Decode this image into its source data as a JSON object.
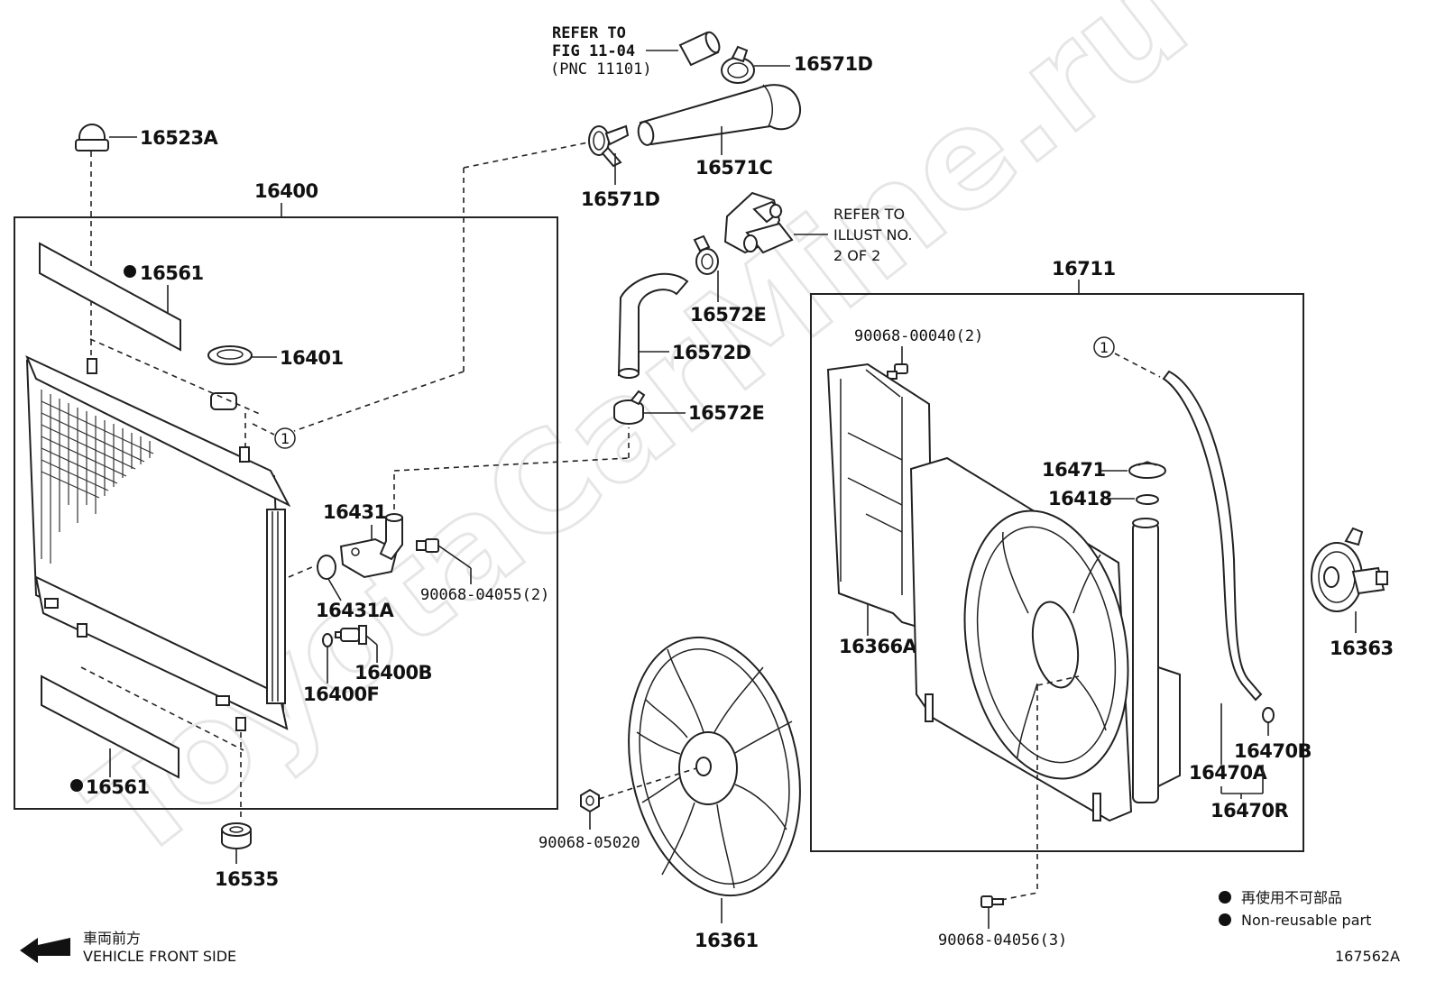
{
  "watermark": "ToyotaCarMine.ru",
  "figure_id": "167562A",
  "labels": {
    "p16523A": "16523A",
    "p16400": "16400",
    "p16561_top": "16561",
    "p16401": "16401",
    "p16431": "16431",
    "p90068_04055": "90068-04055(2)",
    "p16431A": "16431A",
    "p16400B": "16400B",
    "p16400F": "16400F",
    "p16561_bottom": "16561",
    "p16535": "16535",
    "p16571D_top": "16571D",
    "p16571C": "16571C",
    "p16571D_mid": "16571D",
    "p16572E_top": "16572E",
    "p16572D": "16572D",
    "p16572E_bot": "16572E",
    "p16711": "16711",
    "p90068_00040": "90068-00040(2)",
    "p16471": "16471",
    "p16418": "16418",
    "p16366A": "16366A",
    "p16363": "16363",
    "p16470B": "16470B",
    "p16470A": "16470A",
    "p16470R": "16470R",
    "p90068_05020": "90068-05020",
    "p16361": "16361",
    "p90068_04056": "90068-04056(3)",
    "circle_ref": "1"
  },
  "references": {
    "fig_line1": "REFER TO",
    "fig_line2": "FIG 11-04",
    "fig_line3": "(PNC 11101)",
    "illust_line1": "REFER TO",
    "illust_line2": "ILLUST NO.",
    "illust_line3": "2 OF 2"
  },
  "legend": {
    "jp": "再使用不可部品",
    "en": "Non-reusable part"
  },
  "front": {
    "jp": "車両前方",
    "en": "VEHICLE FRONT SIDE"
  }
}
